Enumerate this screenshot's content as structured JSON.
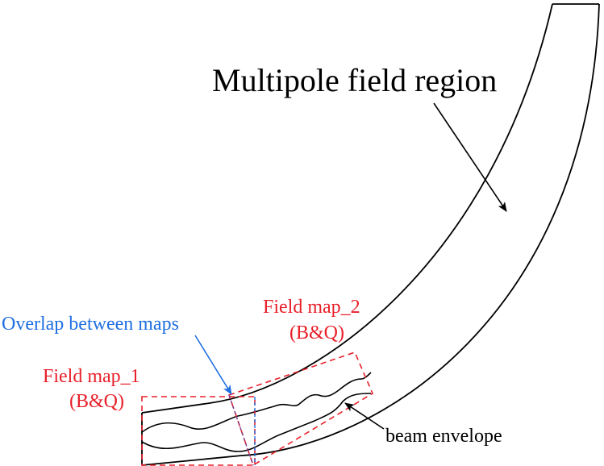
{
  "labels": {
    "region": "Multipole field region",
    "overlap": "Overlap between maps",
    "map1_name": "Field map_1",
    "map1_sub": "(B&Q)",
    "map2_name": "Field map_2",
    "map2_sub": "(B&Q)",
    "envelope": "beam envelope"
  },
  "colors": {
    "line": "#000000",
    "field_map": "#e8202a",
    "overlap": "#1f6fe0",
    "overlap_dash": "#7a3a8a"
  }
}
